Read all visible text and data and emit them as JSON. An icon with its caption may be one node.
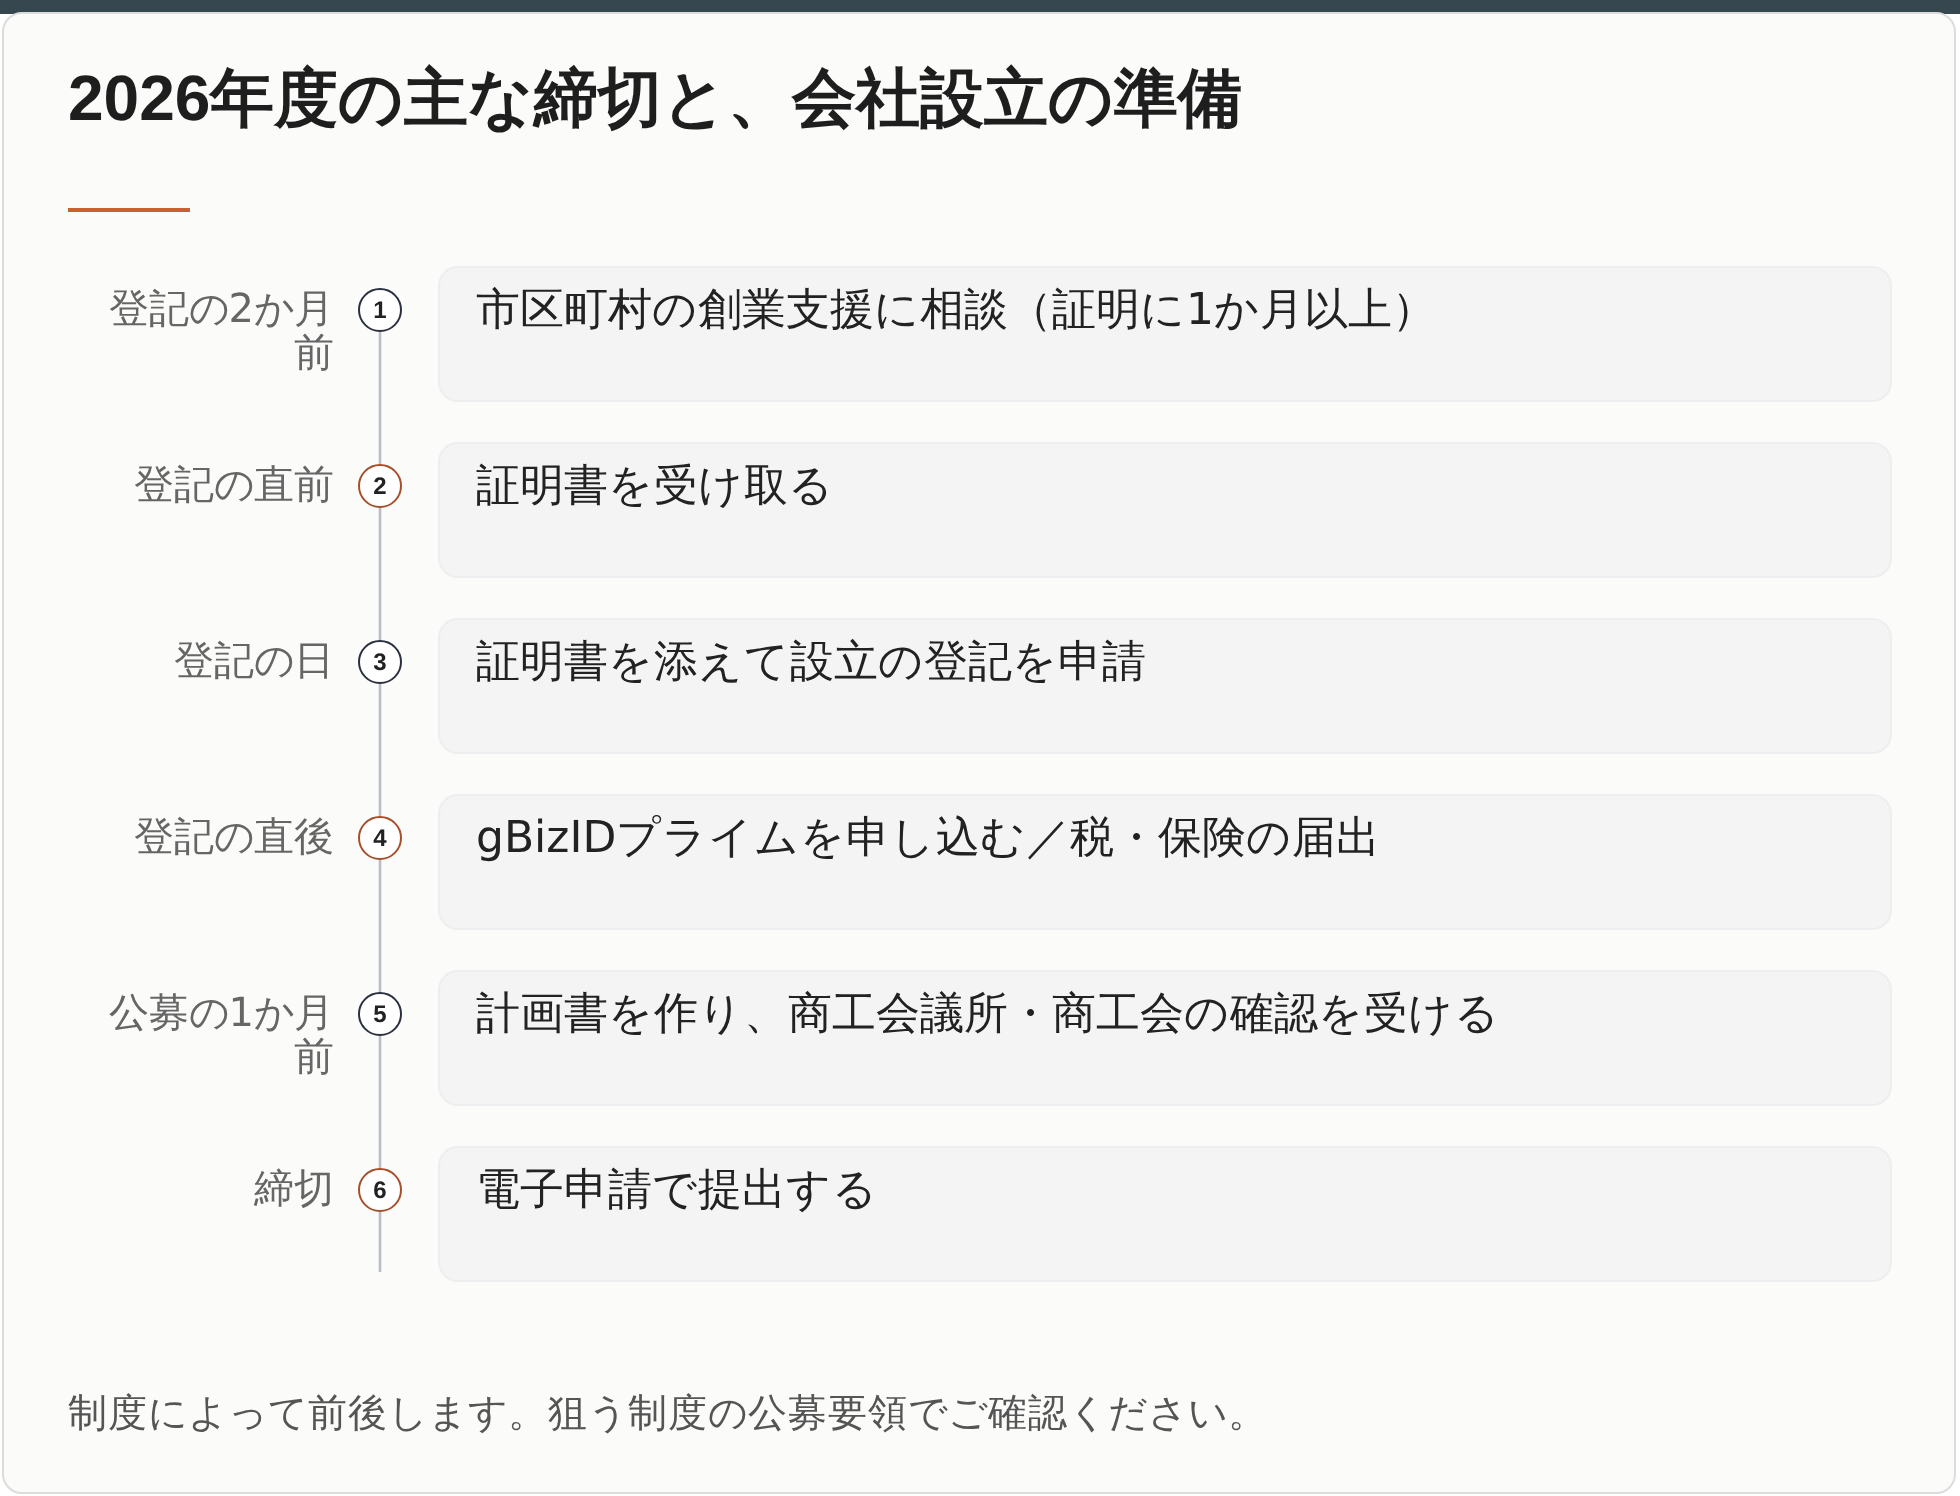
{
  "diagram": {
    "title": "2026年度の主な締切と、会社設立の準備",
    "nodes": [
      {
        "text": [
          "1"
        ],
        "beside": [
          "登記の2か月前"
        ]
      },
      {
        "text": [
          "市区町村の創業支援に相談（証明に1か月以上）"
        ]
      },
      {
        "text": [
          "2"
        ],
        "beside": [
          "登記の直前"
        ]
      },
      {
        "text": [
          "証明書を受け取る"
        ]
      },
      {
        "text": [
          "3"
        ],
        "beside": [
          "登記の日"
        ]
      },
      {
        "text": [
          "証明書を添えて設立の登記を申請"
        ]
      },
      {
        "text": [
          "4"
        ],
        "beside": [
          "登記の直後"
        ]
      },
      {
        "text": [
          "gBizIDプライムを申し込む／税・保険の届出"
        ]
      },
      {
        "text": [
          "5"
        ],
        "beside": [
          "公募の1か月前"
        ]
      },
      {
        "text": [
          "計画書を作り、商工会議所・商工会の確認を受ける"
        ]
      },
      {
        "text": [
          "6"
        ],
        "beside": [
          "締切"
        ]
      },
      {
        "text": [
          "電子申請で提出する"
        ]
      }
    ],
    "edges": [
      {
        "from": 0,
        "to": 2,
        "arrow": "none"
      },
      {
        "from": 2,
        "to": 4,
        "arrow": "none"
      },
      {
        "from": 4,
        "to": 6,
        "arrow": "none"
      },
      {
        "from": 6,
        "to": 8,
        "arrow": "none"
      },
      {
        "from": 8,
        "to": 10,
        "arrow": "none"
      }
    ],
    "caption": "制度によって前後します。狙う制度の公募要領でご確認ください。"
  }
}
